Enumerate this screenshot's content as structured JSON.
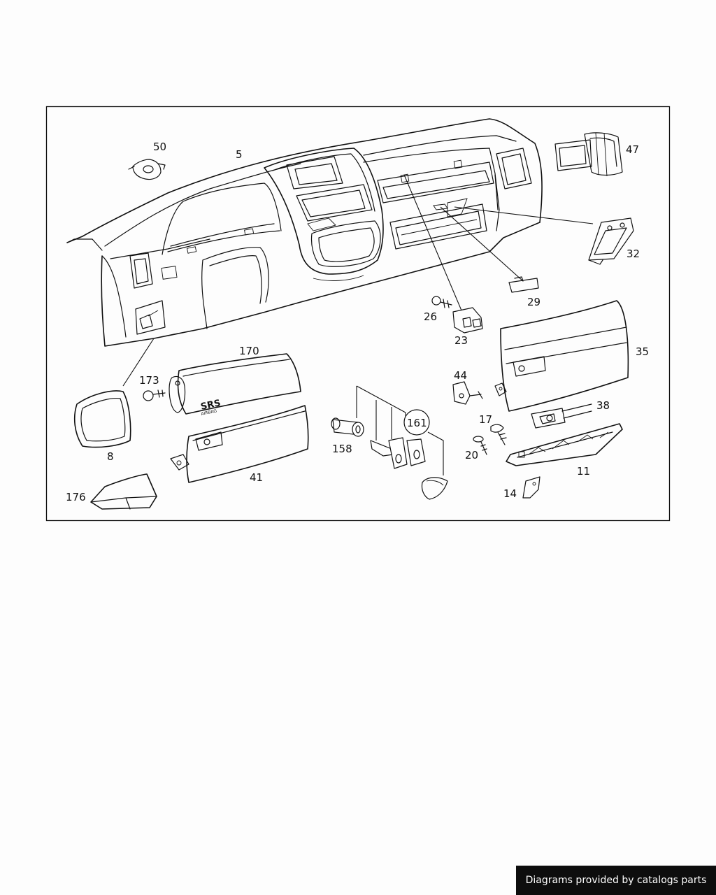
{
  "parts": {
    "p5": "5",
    "p50": "50",
    "p47": "47",
    "p32": "32",
    "p29": "29",
    "p26": "26",
    "p23": "23",
    "p35": "35",
    "p170": "170",
    "p173": "173",
    "p8": "8",
    "p176": "176",
    "p41": "41",
    "p158": "158",
    "p161": "161",
    "p44": "44",
    "p38": "38",
    "p17": "17",
    "p20": "20",
    "p11": "11",
    "p14": "14"
  },
  "airbag_label": {
    "main": "SRS",
    "sub": "AIRBAG"
  },
  "footer": {
    "credit": "Diagrams provided by catalogs parts"
  }
}
